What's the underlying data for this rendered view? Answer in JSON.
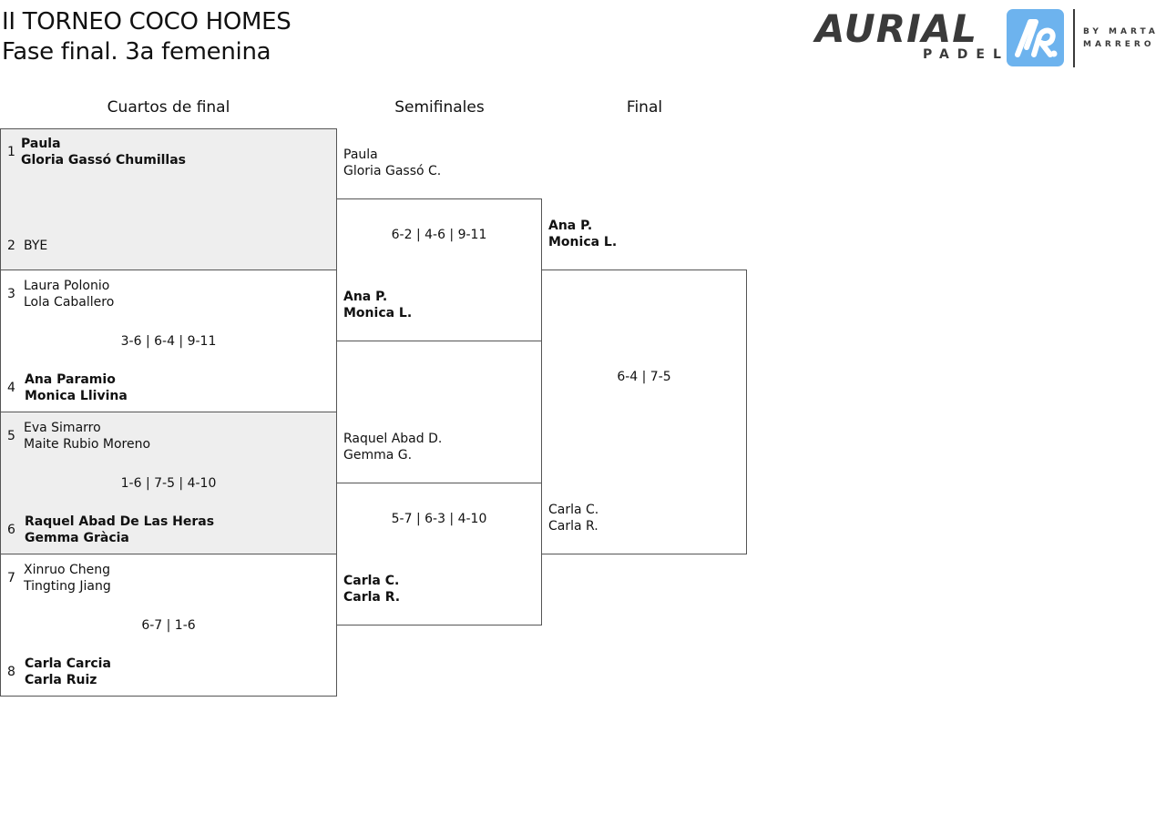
{
  "header": {
    "title_line1": "II TORNEO COCO HOMES",
    "title_line2": "Fase final. 3a femenina"
  },
  "logo": {
    "brand": "AURIAL",
    "sub": "PADEL",
    "by_line1": "BY MARTA",
    "by_line2": "MARRERO",
    "badge_color": "#6db3ee"
  },
  "rounds": {
    "quarterfinals": "Cuartos de final",
    "semifinals": "Semifinales",
    "final": "Final"
  },
  "quarterfinals": [
    {
      "top": {
        "seed": "1",
        "player1": "Paula",
        "player2": "Gloria Gassó Chumillas"
      },
      "bottom": {
        "seed": "2",
        "player1": "BYE",
        "player2": ""
      },
      "score": ""
    },
    {
      "top": {
        "seed": "3",
        "player1": "Laura Polonio",
        "player2": "Lola Caballero"
      },
      "bottom": {
        "seed": "4",
        "player1": "Ana Paramio",
        "player2": "Monica Llivina"
      },
      "score": "3-6 | 6-4 | 9-11"
    },
    {
      "top": {
        "seed": "5",
        "player1": "Eva Simarro",
        "player2": "Maite Rubio Moreno"
      },
      "bottom": {
        "seed": "6",
        "player1": "Raquel Abad De Las Heras",
        "player2": "Gemma Gràcia"
      },
      "score": "1-6 | 7-5 | 4-10"
    },
    {
      "top": {
        "seed": "7",
        "player1": "Xinruo Cheng",
        "player2": "Tingting Jiang"
      },
      "bottom": {
        "seed": "8",
        "player1": "Carla Carcia",
        "player2": "Carla Ruiz"
      },
      "score": "6-7 | 1-6"
    }
  ],
  "semifinals": [
    {
      "top": {
        "player1": "Paula",
        "player2": "Gloria Gassó C."
      },
      "bottom": {
        "player1": "Ana P.",
        "player2": "Monica L."
      },
      "score": "6-2 | 4-6 | 9-11"
    },
    {
      "top": {
        "player1": "Raquel Abad D.",
        "player2": "Gemma G."
      },
      "bottom": {
        "player1": "Carla C.",
        "player2": "Carla R."
      },
      "score": "5-7 | 6-3 | 4-10"
    }
  ],
  "final": {
    "top": {
      "player1": "Ana P.",
      "player2": "Monica L."
    },
    "bottom": {
      "player1": "Carla C.",
      "player2": "Carla R."
    },
    "score": "6-4 | 7-5"
  },
  "colors": {
    "shaded_row": "#eeeeee",
    "border": "#555555"
  }
}
